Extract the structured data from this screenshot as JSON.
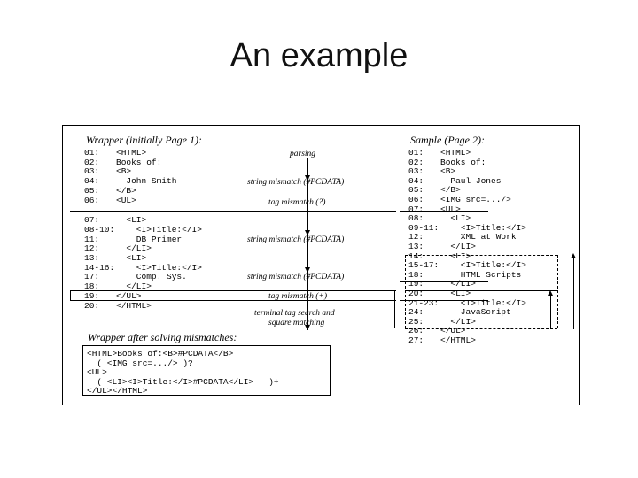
{
  "slide": {
    "title": "An example"
  },
  "figure": {
    "left_header": "Wrapper (initially Page 1):",
    "right_header": "Sample (Page 2):",
    "bottom_header": "Wrapper after solving mismatches:",
    "left_lines": [
      {
        "num": "01:",
        "code": "<HTML>"
      },
      {
        "num": "02:",
        "code": "Books of:"
      },
      {
        "num": "03:",
        "code": "<B>"
      },
      {
        "num": "04:",
        "code": "  John Smith"
      },
      {
        "num": "05:",
        "code": "</B>"
      },
      {
        "num": "06:",
        "code": "<UL>"
      },
      {
        "num": "07:",
        "code": "  <LI>"
      },
      {
        "num": "08-10:",
        "code": "    <I>Title:</I>"
      },
      {
        "num": "11:",
        "code": "    DB Primer"
      },
      {
        "num": "12:",
        "code": "  </LI>"
      },
      {
        "num": "13:",
        "code": "  <LI>"
      },
      {
        "num": "14-16:",
        "code": "    <I>Title:</I>"
      },
      {
        "num": "17:",
        "code": "    Comp. Sys."
      },
      {
        "num": "18:",
        "code": "  </LI>"
      },
      {
        "num": "19:",
        "code": "</UL>"
      },
      {
        "num": "20:",
        "code": "</HTML>"
      }
    ],
    "right_lines": [
      {
        "num": "01:",
        "code": "<HTML>"
      },
      {
        "num": "02:",
        "code": "Books of:"
      },
      {
        "num": "03:",
        "code": "<B>"
      },
      {
        "num": "04:",
        "code": "  Paul Jones"
      },
      {
        "num": "05:",
        "code": "</B>"
      },
      {
        "num": "06:",
        "code": "<IMG src=.../>"
      },
      {
        "num": "07:",
        "code": "<UL>"
      },
      {
        "num": "08:",
        "code": "  <LI>"
      },
      {
        "num": "09-11:",
        "code": "    <I>Title:</I>"
      },
      {
        "num": "12:",
        "code": "    XML at Work"
      },
      {
        "num": "13:",
        "code": "  </LI>"
      },
      {
        "num": "14:",
        "code": "  <LI>"
      },
      {
        "num": "15-17:",
        "code": "    <I>Title:</I>"
      },
      {
        "num": "18:",
        "code": "    HTML Scripts"
      },
      {
        "num": "19:",
        "code": "  </LI>"
      },
      {
        "num": "20:",
        "code": "  <LI>"
      },
      {
        "num": "21-23:",
        "code": "    <I>Title:</I>"
      },
      {
        "num": "24:",
        "code": "    JavaScript"
      },
      {
        "num": "25:",
        "code": "  </LI>"
      },
      {
        "num": "26:",
        "code": "</UL>"
      },
      {
        "num": "27:",
        "code": "</HTML>"
      }
    ],
    "middle_labels": {
      "parsing": "parsing",
      "string_mismatch_1": "string mismatch (#PCDATA)",
      "tag_mismatch_1": "tag mismatch (?)",
      "string_mismatch_2": "string mismatch (#PCDATA)",
      "string_mismatch_3": "string mismatch (#PCDATA)",
      "tag_mismatch_2": "tag mismatch (+)",
      "terminal_1": "terminal tag search and",
      "terminal_2": "square matching"
    },
    "wrapper_lines": [
      "<HTML>Books of:<B>#PCDATA</B>",
      "  ( <IMG src=.../> )?",
      "<UL>",
      "  ( <LI><I>Title:</I>#PCDATA</LI>   )+",
      "</UL></HTML>"
    ]
  }
}
